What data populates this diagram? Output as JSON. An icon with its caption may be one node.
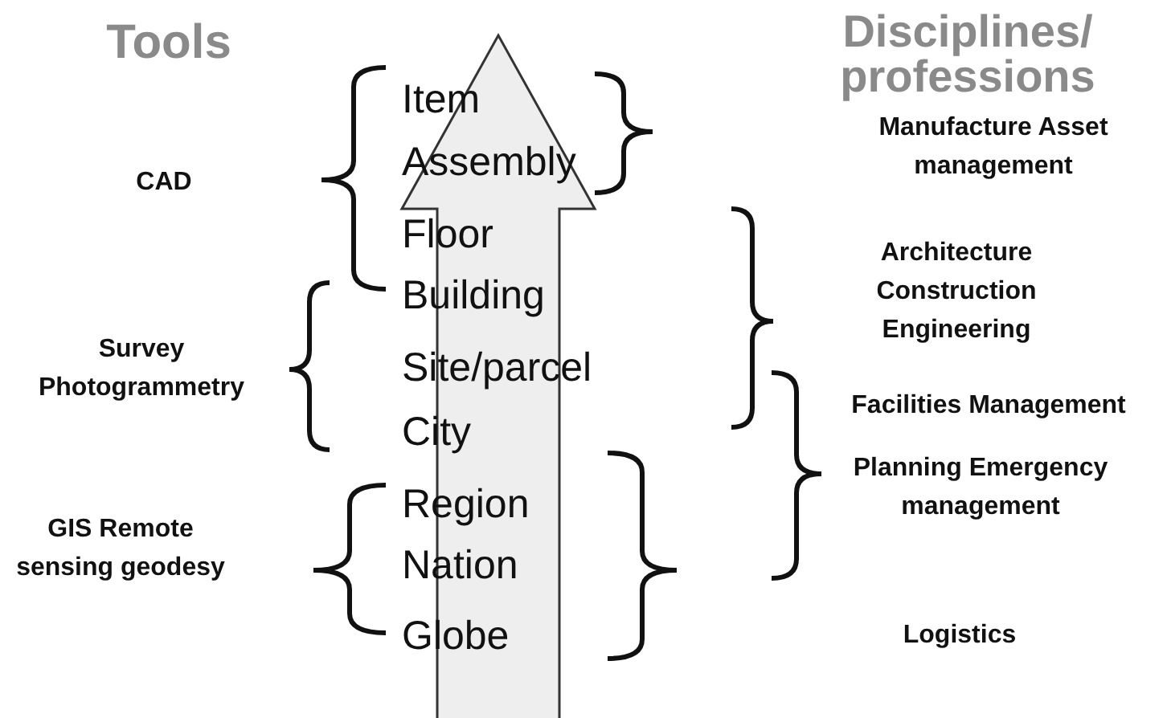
{
  "diagram": {
    "nodes": [
      {
        "text": [
          "Item",
          "Assembly",
          "Floor",
          "Building",
          "Site/parcel",
          "City",
          "Region",
          "Nation",
          "Globe"
        ]
      }
    ],
    "labels": [
      "Tools",
      "Disciplines/ professions",
      "CAD",
      "Survey Photogrammetry",
      "GIS Remote sensing geodesy",
      "Manufacture Asset management",
      "Architecture Construction Engineering",
      "Facilities Management",
      "Planning Emergency management",
      "Logistics"
    ]
  }
}
